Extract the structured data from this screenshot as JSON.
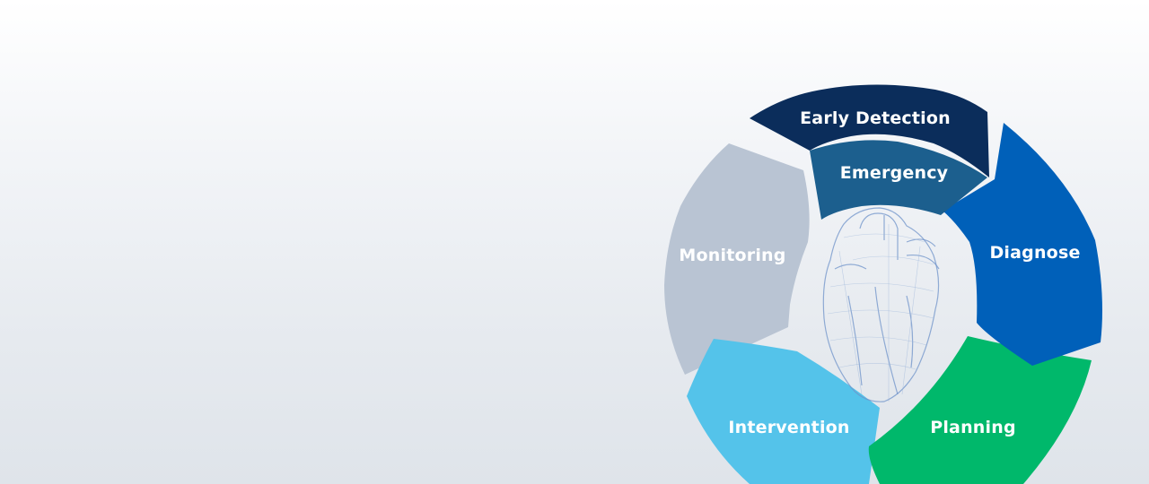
{
  "diagram": {
    "segments": [
      {
        "id": "early-detection",
        "label": "Early Detection",
        "color": "#0b2d5b"
      },
      {
        "id": "emergency",
        "label": "Emergency",
        "color": "#1c5f8e"
      },
      {
        "id": "diagnose",
        "label": "Diagnose",
        "color": "#0060b9"
      },
      {
        "id": "planning",
        "label": "Planning",
        "color": "#00b86b"
      },
      {
        "id": "intervention",
        "label": "Intervention",
        "color": "#54c3ea"
      },
      {
        "id": "monitoring",
        "label": "Monitoring",
        "color": "#b9c4d3"
      }
    ],
    "center_icon": "heart-illustration-icon"
  }
}
